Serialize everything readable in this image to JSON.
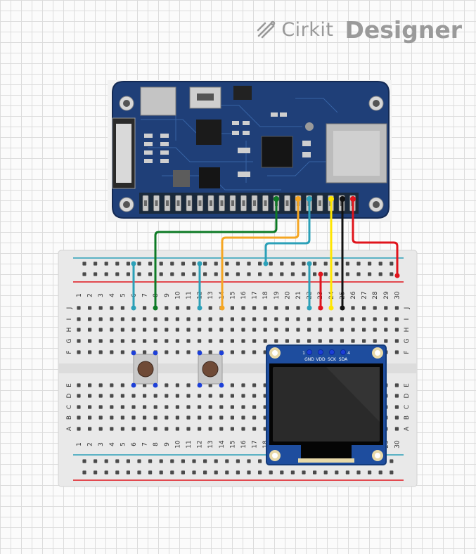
{
  "app": {
    "brand_word1": "Cirkit",
    "brand_word2": "Designer",
    "brand_icon": "cirkit-logo-icon"
  },
  "breadboard": {
    "columns": [
      "1",
      "2",
      "3",
      "4",
      "5",
      "6",
      "7",
      "8",
      "9",
      "10",
      "11",
      "12",
      "13",
      "14",
      "15",
      "16",
      "17",
      "18",
      "19",
      "20",
      "21",
      "22",
      "23",
      "24",
      "25",
      "26",
      "27",
      "28",
      "29",
      "30"
    ],
    "top_rows": [
      "J",
      "I",
      "H",
      "G",
      "F"
    ],
    "bottom_rows": [
      "E",
      "D",
      "C",
      "B",
      "A"
    ]
  },
  "oled": {
    "pins": [
      "GND",
      "VDD",
      "SCK",
      "SDA"
    ],
    "pin_first": "1",
    "pin_last": "4"
  },
  "colors": {
    "wire_green": "#0d7a25",
    "wire_orange": "#f5a623",
    "wire_blue": "#2ba0b8",
    "wire_yellow": "#ffe600",
    "wire_black": "#111111",
    "wire_red": "#e0141c",
    "pcb_blue": "#1f3f78",
    "rail_blue": "#2ba0b8",
    "rail_red": "#e0141c"
  }
}
